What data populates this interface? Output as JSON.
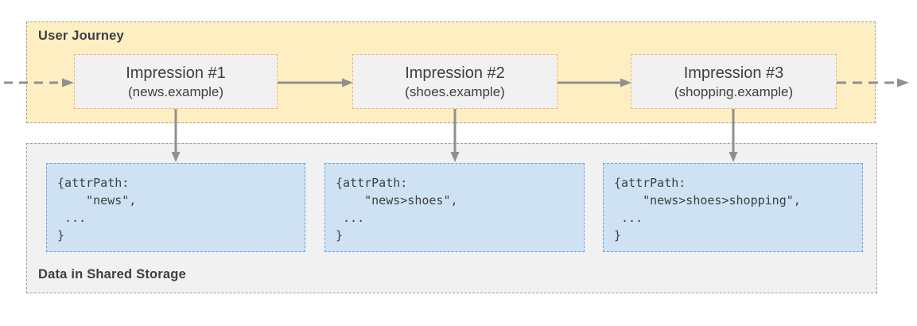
{
  "journey": {
    "label": "User Journey",
    "impressions": [
      {
        "title": "Impression #1",
        "domain": "(news.example)"
      },
      {
        "title": "Impression #2",
        "domain": "(shoes.example)"
      },
      {
        "title": "Impression #3",
        "domain": "(shopping.example)"
      }
    ]
  },
  "storage": {
    "label": "Data in Shared Storage",
    "entries": [
      {
        "code": "{attrPath:\n    \"news\",\n ...\n}"
      },
      {
        "code": "{attrPath:\n    \"news>shoes\",\n ...\n}"
      },
      {
        "code": "{attrPath:\n    \"news>shoes>shopping\",\n ...\n}"
      }
    ]
  },
  "colors": {
    "journey_band_fill": "#feefc3",
    "journey_band_border": "#9e9e9e",
    "storage_band_fill": "#f1f1f1",
    "storage_band_border": "#9e9e9e",
    "impression_box_fill": "#f1f1f1",
    "impression_box_border": "#f5b26b",
    "code_box_fill": "#cfe2f3",
    "code_box_border": "#6d9eeb",
    "arrow": "#909090",
    "text": "#3c4043"
  }
}
